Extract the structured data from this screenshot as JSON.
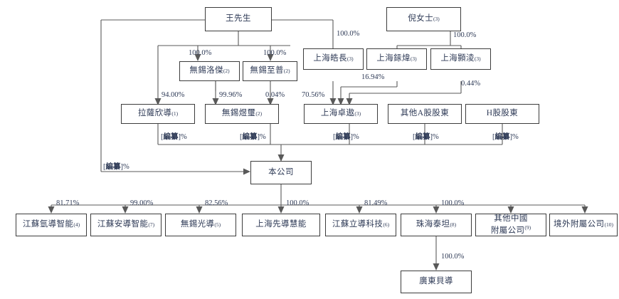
{
  "meta": {
    "title": "Shareholding structure chart",
    "line_color": "#595959",
    "text_color": "#2e3a56",
    "box_border": "#3c3c3c",
    "background": "#ffffff"
  },
  "entities": {
    "wang": {
      "name": "王先生",
      "sup": ""
    },
    "ni": {
      "name": "倪女士",
      "sup": "(3)"
    },
    "wuxi_luojie": {
      "name": "無錫洛傑",
      "sup": "(2)"
    },
    "wuxi_zhipu": {
      "name": "無錫至普",
      "sup": "(2)"
    },
    "shanghai_haochang": {
      "name": "上海皓長",
      "sup": "(3)"
    },
    "shanghai_youwei": {
      "name": "上海銾煒",
      "sup": "(3)"
    },
    "shanghai_haoling": {
      "name": "上海顥淩",
      "sup": "(3)"
    },
    "lasa_xindao": {
      "name": "拉薩欣導",
      "sup": "(1)"
    },
    "wuxi_yuxi": {
      "name": "無錫煜璽",
      "sup": "(2)"
    },
    "shanghai_zhuoao": {
      "name": "上海卓遨",
      "sup": "(3)"
    },
    "other_a": {
      "name": "其他A股股東",
      "sup": ""
    },
    "h_shares": {
      "name": "H股股東",
      "sup": ""
    },
    "company": {
      "name": "本公司",
      "sup": ""
    },
    "jiangsu_qingdao": {
      "name": "江蘇氫導智能",
      "sup": "(4)"
    },
    "jiangsu_andao": {
      "name": "江蘇安導智能",
      "sup": "(7)"
    },
    "wuxi_guangdao": {
      "name": "無錫光導",
      "sup": "(5)"
    },
    "shanghai_xiandao": {
      "name": "上海先導慧能",
      "sup": ""
    },
    "jiangsu_lidao": {
      "name": "江蘇立導科技",
      "sup": "(6)"
    },
    "zhuhai_taitan": {
      "name": "珠海泰坦",
      "sup": "(8)"
    },
    "other_cn_subs_l1": {
      "name": "其他中國",
      "sup": ""
    },
    "other_cn_subs_l2": {
      "name": "附屬公司",
      "sup": "(9)"
    },
    "overseas_subs": {
      "name": "境外附屬公司",
      "sup": "(10)"
    },
    "guangdong_beidao": {
      "name": "廣東貝導",
      "sup": ""
    }
  },
  "percentages": {
    "wang_to_haochang": "100.0%",
    "wang_to_luojie": "100.0%",
    "wang_to_zhipu": "100.0%",
    "ni_to_youwei_haoling": "100.0%",
    "luojie_to_lasa": "94.00%",
    "luojie_to_yuxi": "99.96%",
    "zhipu_to_yuxi": "0.04%",
    "haochang_to_zhuoao": "70.56%",
    "youwei_to_zhuoao": "16.94%",
    "haoling_to_zhuoao": "0.44%",
    "lasa_to_company": "[編纂]%",
    "yuxi_to_company": "[編纂]%",
    "zhuoao_to_company": "[編纂]%",
    "other_a_to_company": "[編纂]%",
    "h_to_company": "[編纂]%",
    "wang_to_company": "[編纂]%",
    "company_to_qingdao": "81.71%",
    "company_to_andao": "99.00%",
    "company_to_guangdao": "82.56%",
    "company_to_xiandao": "100.0%",
    "company_to_lidao": "81.49%",
    "company_to_taitan": "100.0%",
    "taitan_to_beidao": "100.0%"
  },
  "redacted_token": "編纂"
}
